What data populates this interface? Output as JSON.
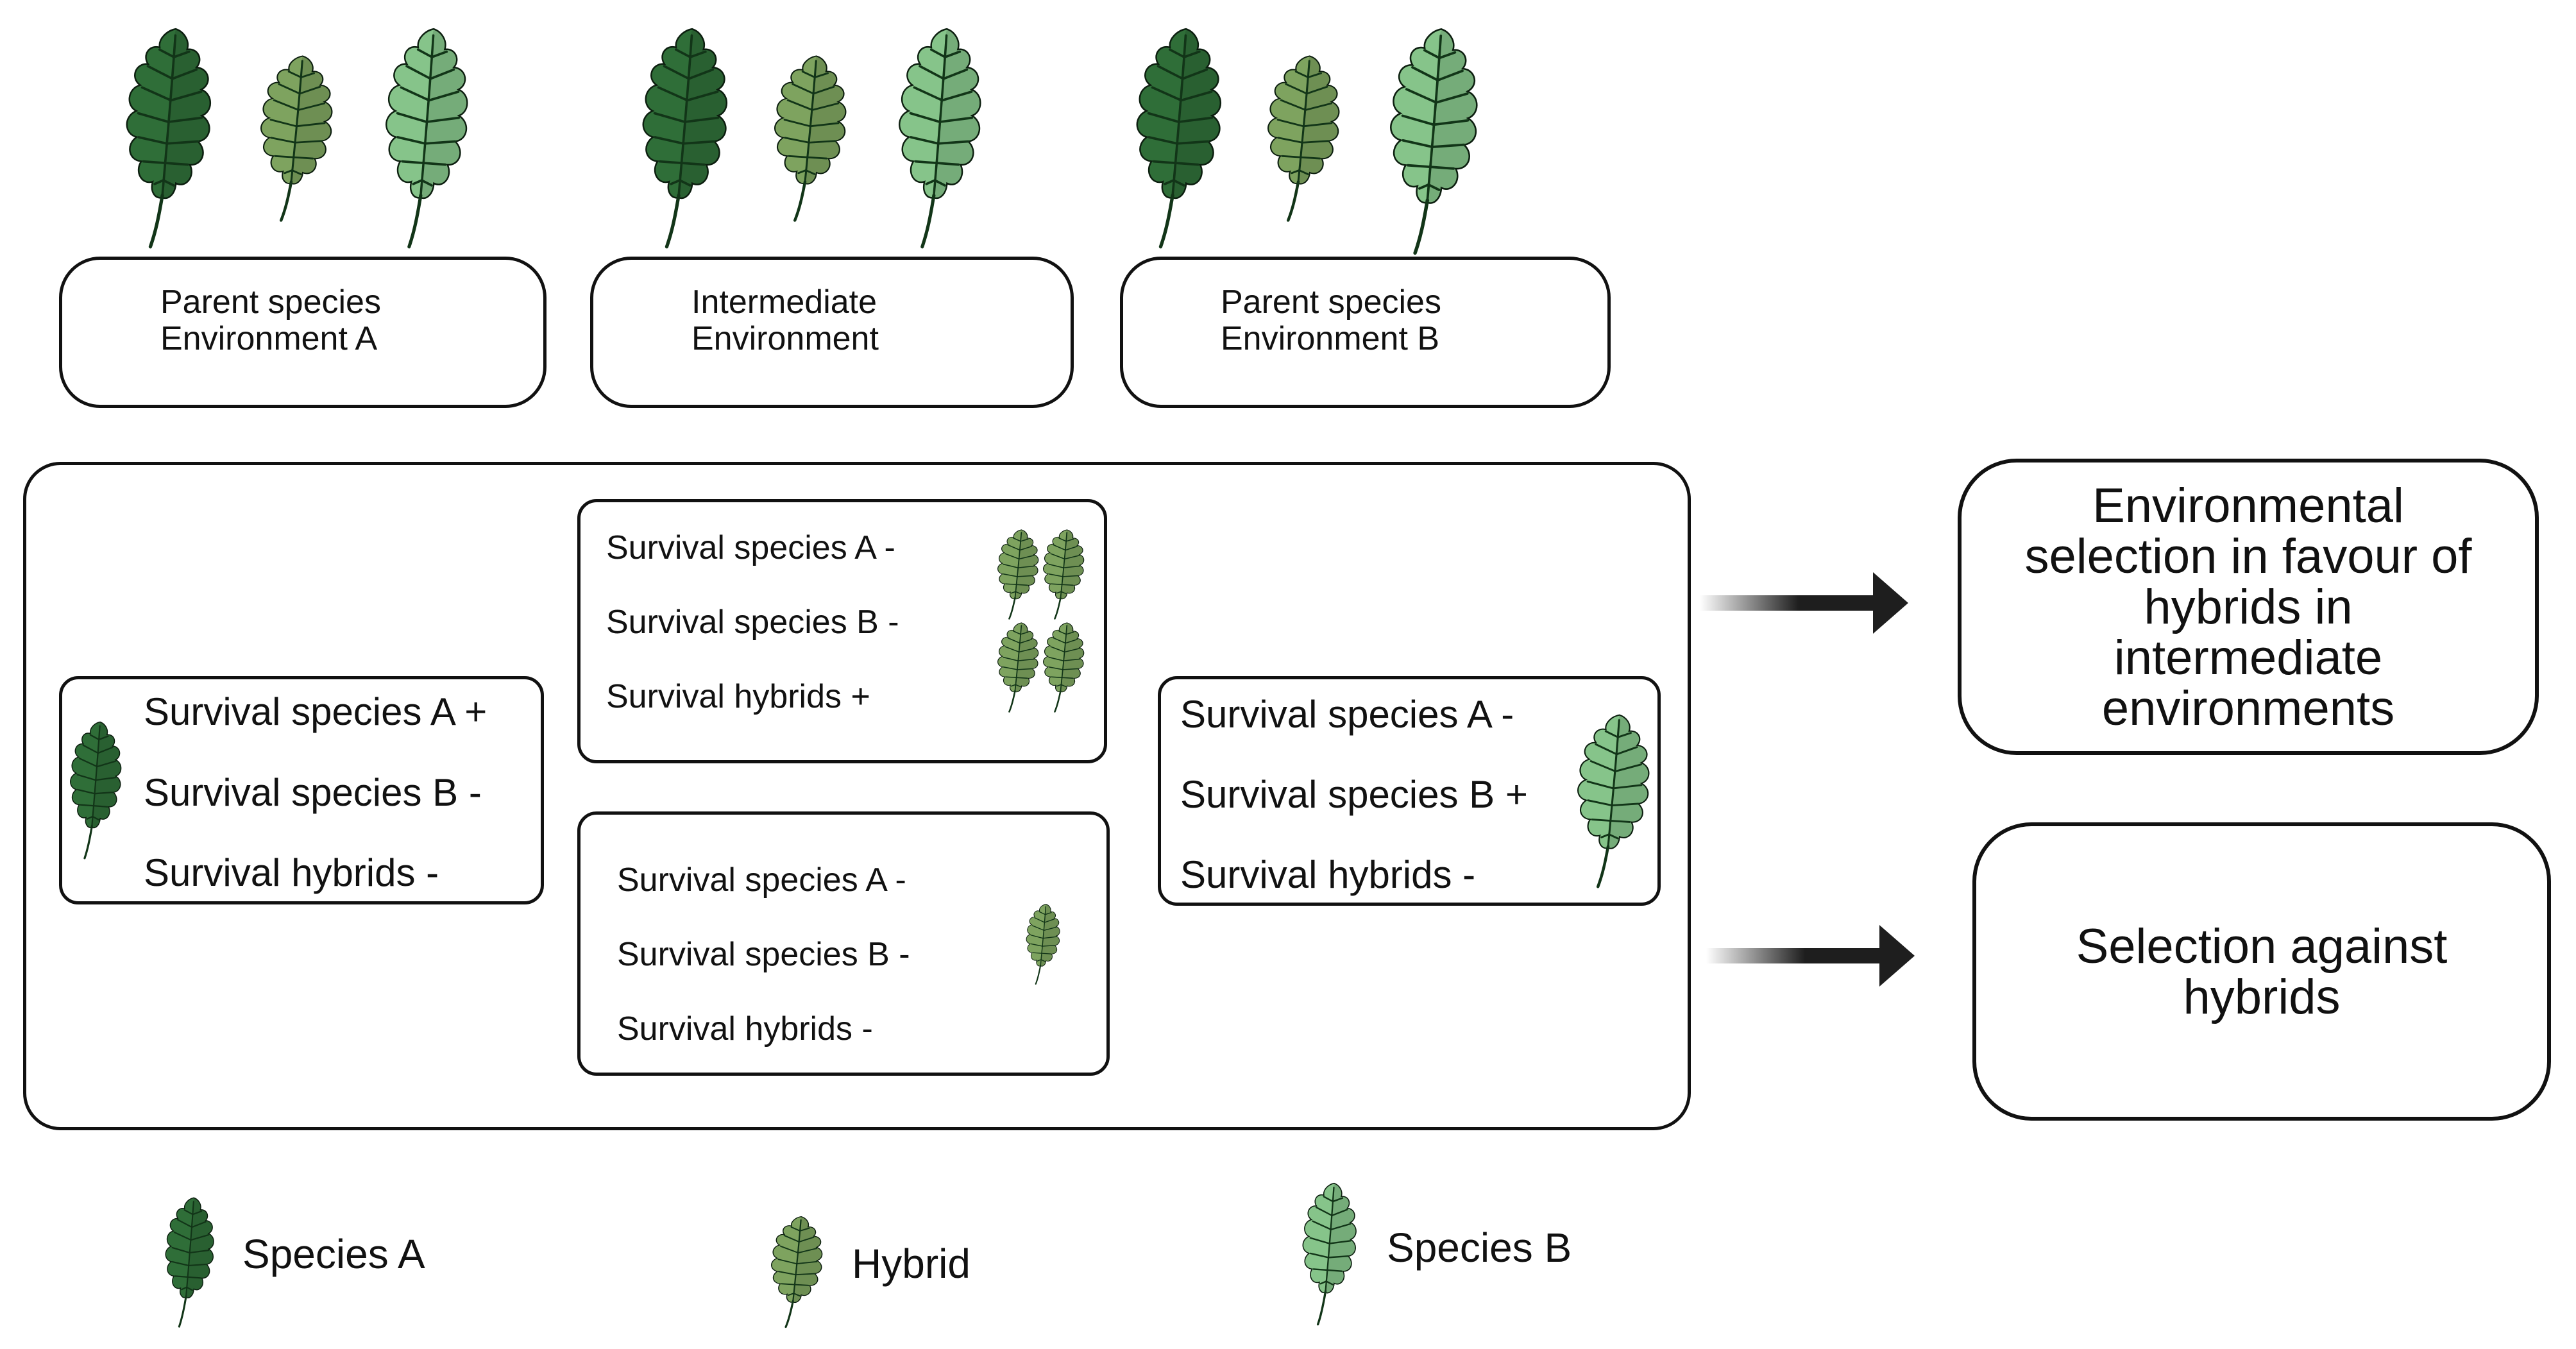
{
  "colors": {
    "species_a": "#2f6e38",
    "hybrid": "#7ea35f",
    "species_b": "#86c48a",
    "outline": "#111111",
    "arrow": "#1e1e1e"
  },
  "environments": [
    {
      "line1": "Parent species",
      "line2": "Environment A"
    },
    {
      "line1": "Intermediate",
      "line2": "Environment"
    },
    {
      "line1": "Parent species",
      "line2": "Environment B"
    }
  ],
  "scenarios": {
    "env_a": {
      "rows": [
        "Survival species A +",
        "Survival species B -",
        "Survival hybrids -"
      ],
      "icon": "species-a-leaf"
    },
    "intermediate_favour": {
      "rows": [
        "Survival species A -",
        "Survival species B -",
        "Survival hybrids +"
      ],
      "icon": "hybrid-leaf-cluster"
    },
    "intermediate_against": {
      "rows": [
        "Survival species A -",
        "Survival species B -",
        "Survival hybrids -"
      ],
      "icon": "hybrid-leaf"
    },
    "env_b": {
      "rows": [
        "Survival species A -",
        "Survival species B +",
        "Survival hybrids -"
      ],
      "icon": "species-b-leaf"
    }
  },
  "outcomes": [
    {
      "lines": [
        "Environmental",
        "selection in favour of",
        "hybrids in",
        "intermediate",
        "environments"
      ]
    },
    {
      "lines": [
        "Selection against",
        "hybrids"
      ]
    }
  ],
  "legend": [
    {
      "label": "Species A",
      "icon": "species-a-leaf"
    },
    {
      "label": "Hybrid",
      "icon": "hybrid-leaf"
    },
    {
      "label": "Species B",
      "icon": "species-b-leaf"
    }
  ]
}
